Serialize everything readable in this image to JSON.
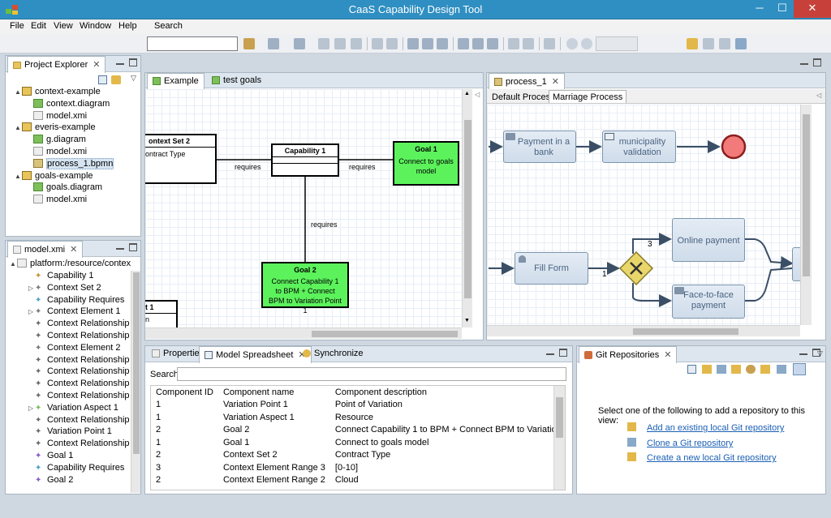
{
  "window": {
    "title": "CaaS Capability Design Tool",
    "min": "─",
    "max": "☐",
    "close": "✕"
  },
  "menu": [
    "File",
    "Edit",
    "View",
    "Window",
    "Help",
    "Search"
  ],
  "toolbar": {
    "search_value": ""
  },
  "project_explorer": {
    "tab": "Project Explorer",
    "items": [
      {
        "label": "context-example",
        "depth": 0,
        "twisty": "▲",
        "kind": "proj"
      },
      {
        "label": "context.diagram",
        "depth": 1,
        "kind": "diag"
      },
      {
        "label": "model.xmi",
        "depth": 1,
        "kind": "file"
      },
      {
        "label": "everis-example",
        "depth": 0,
        "twisty": "▲",
        "kind": "proj"
      },
      {
        "label": "g.diagram",
        "depth": 1,
        "kind": "diag"
      },
      {
        "label": "model.xmi",
        "depth": 1,
        "kind": "file"
      },
      {
        "label": "process_1.bpmn",
        "depth": 1,
        "kind": "bpmn",
        "selected": true
      },
      {
        "label": "goals-example",
        "depth": 0,
        "twisty": "▲",
        "kind": "proj"
      },
      {
        "label": "goals.diagram",
        "depth": 1,
        "kind": "diag"
      },
      {
        "label": "model.xmi",
        "depth": 1,
        "kind": "file"
      }
    ]
  },
  "model_xmi": {
    "tab": "model.xmi",
    "root": "platform:/resource/contex",
    "items": [
      {
        "label": "Capability 1",
        "twisty": ""
      },
      {
        "label": "Context Set 2",
        "twisty": "▷"
      },
      {
        "label": "Capability Requires",
        "twisty": ""
      },
      {
        "label": "Context Element 1",
        "twisty": "▷"
      },
      {
        "label": "Context Relationship",
        "twisty": ""
      },
      {
        "label": "Context Relationship",
        "twisty": ""
      },
      {
        "label": "Context Element 2",
        "twisty": ""
      },
      {
        "label": "Context Relationship",
        "twisty": ""
      },
      {
        "label": "Context Relationship",
        "twisty": ""
      },
      {
        "label": "Context Relationship",
        "twisty": ""
      },
      {
        "label": "Context Relationship",
        "twisty": ""
      },
      {
        "label": "Variation Aspect 1",
        "twisty": "▷"
      },
      {
        "label": "Context Relationship",
        "twisty": ""
      },
      {
        "label": "Variation Point 1",
        "twisty": ""
      },
      {
        "label": "Context Relationship",
        "twisty": ""
      },
      {
        "label": "Goal 1",
        "twisty": ""
      },
      {
        "label": "Capability Requires",
        "twisty": ""
      },
      {
        "label": "Goal 2",
        "twisty": ""
      }
    ]
  },
  "editor_left": {
    "tabs": [
      "Example",
      "test goals"
    ],
    "diagram": {
      "context_set": {
        "title": "ontext Set 2",
        "attr": "ontract Type"
      },
      "capability": {
        "title": "Capability 1"
      },
      "goal1": {
        "title": "Goal 1",
        "body": "Connect to goals model"
      },
      "goal2": {
        "title": "Goal 2",
        "body": "Connect Capability 1 to BPM + Connect BPM to Variation Point 1"
      },
      "partial_box": {
        "title": "t 1",
        "body": "n"
      },
      "labels": [
        "requires",
        "requires",
        "requires"
      ]
    }
  },
  "editor_right": {
    "tab": "process_1",
    "subtabs": [
      "Default Process",
      "Marriage Process"
    ],
    "tasks": {
      "payment": "Payment in a bank",
      "validation": "municipality validation",
      "fill_form": "Fill Form",
      "online": "Online payment",
      "face": "Face-to-face payment"
    },
    "flow_labels": [
      "3",
      "1"
    ]
  },
  "bottom_views": {
    "tabs": [
      "Properties",
      "Model Spreadsheet",
      "Synchronize"
    ],
    "search_label": "Search",
    "search_value": "",
    "columns": [
      "Component ID",
      "Component name",
      "Component description"
    ],
    "rows": [
      [
        "1",
        "Variation Point 1",
        "Point of Variation"
      ],
      [
        "1",
        "Variation Aspect 1",
        "Resource"
      ],
      [
        "2",
        "Goal 2",
        "Connect Capability 1 to BPM + Connect BPM to Variatio"
      ],
      [
        "1",
        "Goal 1",
        "Connect to goals model"
      ],
      [
        "2",
        "Context Set 2",
        "Contract Type"
      ],
      [
        "3",
        "Context Element Range 3",
        "[0-10]"
      ],
      [
        "2",
        "Context Element Range 2",
        "Cloud"
      ]
    ]
  },
  "git": {
    "tab": "Git Repositories",
    "message": "Select one of the following to add a repository to this view:",
    "links": [
      "Add an existing local Git repository",
      "Clone a Git repository",
      "Create a new local Git repository"
    ]
  },
  "colors": {
    "titlebar": "#2f8fc2",
    "goal_green": "#5cf25c",
    "end_event": "#f27a7a",
    "gateway": "#e8d66a"
  }
}
